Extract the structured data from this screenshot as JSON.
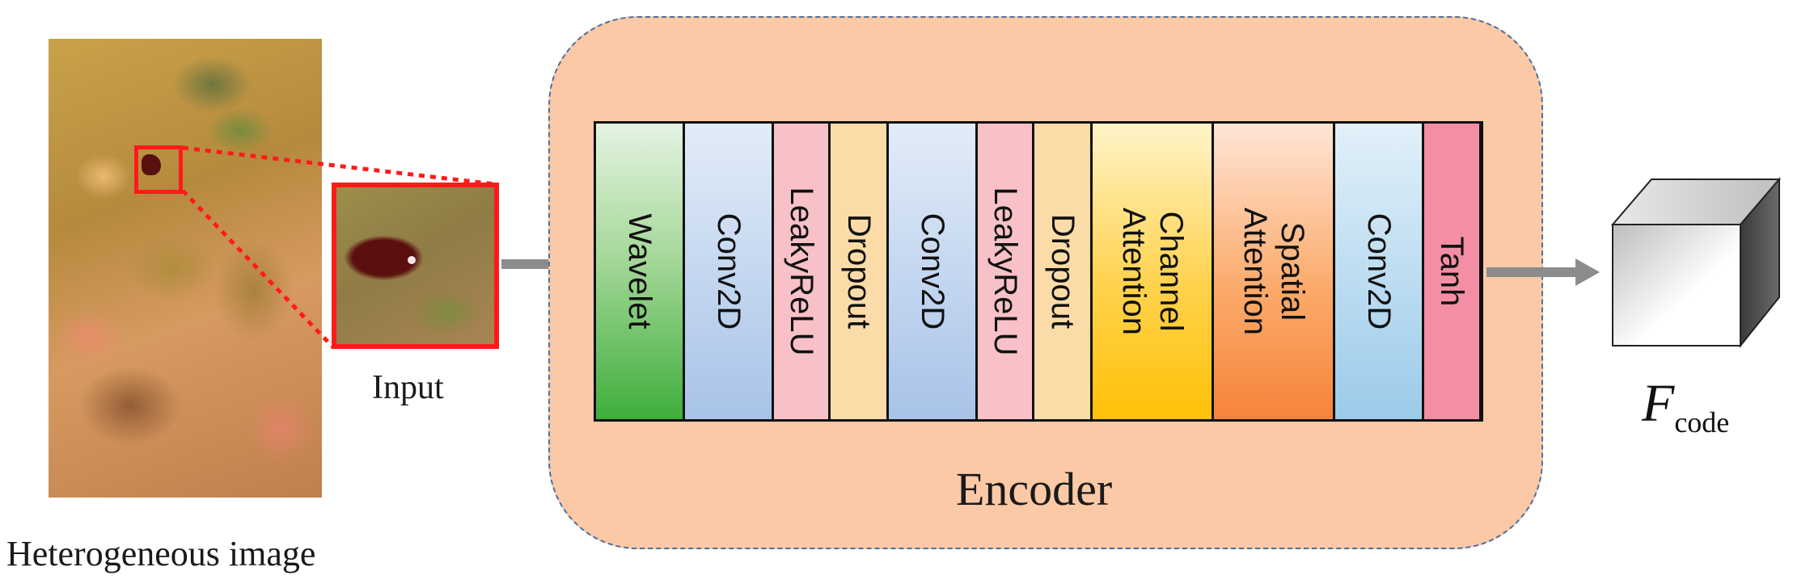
{
  "input": {
    "image_label": "Heterogeneous image",
    "crop_label": "Input"
  },
  "encoder": {
    "label": "Encoder",
    "fill_color": "#fbc9a6",
    "border_color": "#4a6fa5",
    "layers": [
      {
        "name": "Wavelet",
        "color": "#3fae3c"
      },
      {
        "name": "Conv2D",
        "color": "#a8c3e8"
      },
      {
        "name": "LeakyReLU",
        "color": "#f8c1c8"
      },
      {
        "name": "Dropout",
        "color": "#fbdba8"
      },
      {
        "name": "Conv2D",
        "color": "#a8c3e8"
      },
      {
        "name": "LeakyReLU",
        "color": "#f8c1c8"
      },
      {
        "name": "Dropout",
        "color": "#fbdba8"
      },
      {
        "name": "Channel\nAttention",
        "color": "#ffc107"
      },
      {
        "name": "Spatial\nAttention",
        "color": "#f6843a"
      },
      {
        "name": "Conv2D",
        "color": "#9bcbea"
      },
      {
        "name": "Tanh",
        "color": "#f48ea5"
      }
    ]
  },
  "output": {
    "symbol": "F",
    "subscript": "code"
  },
  "colors": {
    "highlight_box": "#ff1a1a",
    "arrow": "#8c8c8c"
  }
}
